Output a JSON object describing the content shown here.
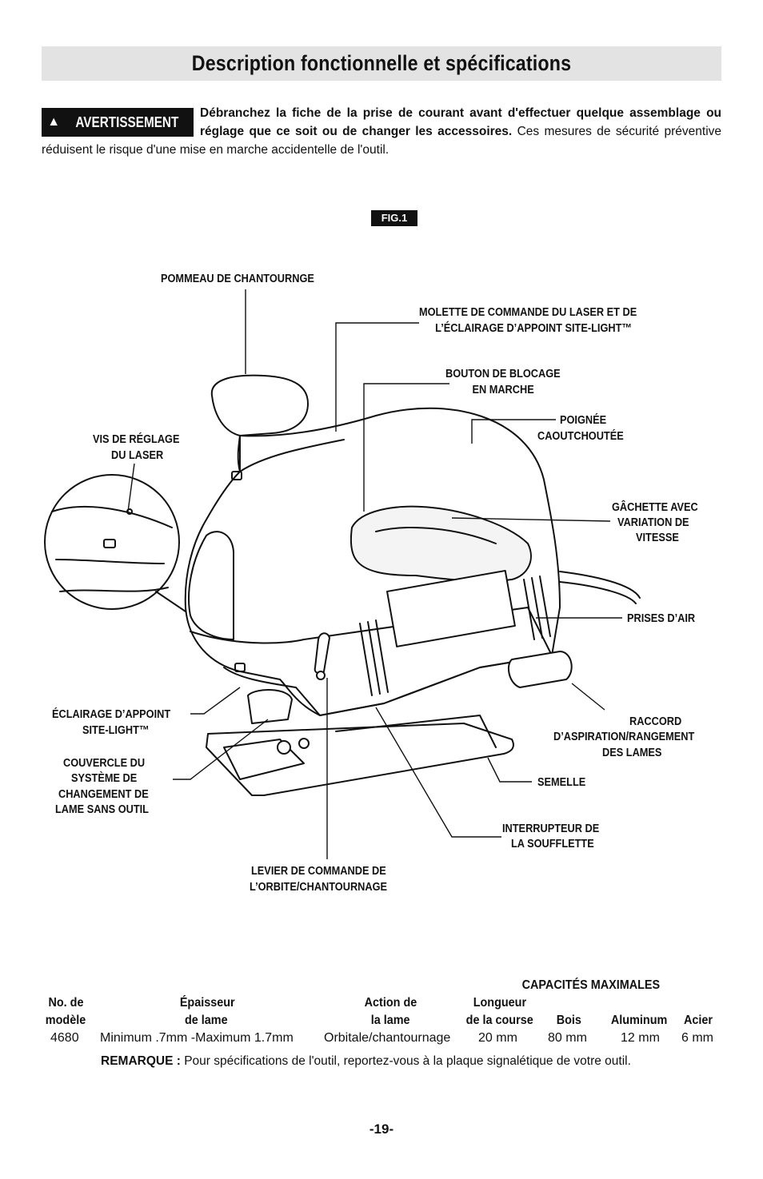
{
  "header": {
    "title": "Description fonctionnelle et spécifications"
  },
  "warning": {
    "label": "AVERTISSEMENT",
    "bold_text": "Débranchez la fiche de la prise de courant avant d'effectuer quelque assemblage ou réglage que ce soit ou de changer les accessoires.",
    "text": " Ces mesures de sécurité préventive réduisent le risque d'une mise en marche accidentelle de l'outil."
  },
  "figure": {
    "label": "FIG.1",
    "callouts": {
      "pommeau": "POMMEAU DE CHANTOURNGE",
      "molette_1": "MOLETTE DE COMMANDE DU LASER ET DE",
      "molette_2": "L’ÉCLAIRAGE D’APPOINT SITE-LIGHT™",
      "bouton_1": "BOUTON DE BLOCAGE",
      "bouton_2": "EN MARCHE",
      "poignee_1": "POIGNÉE",
      "poignee_2": "CAOUTCHOUTÉE",
      "vis_1": "VIS DE RÉGLAGE",
      "vis_2": "DU LASER",
      "gachette_1": "GÂCHETTE AVEC",
      "gachette_2": "VARIATION DE",
      "gachette_3": "VITESSE",
      "prises": "PRISES  D’AIR",
      "eclairage_1": "ÉCLAIRAGE D’APPOINT",
      "eclairage_2": "SITE-LIGHT™",
      "raccord_1": "RACCORD",
      "raccord_2": "D’ASPIRATION/RANGEMENT",
      "raccord_3": "DES LAMES",
      "couvercle_1": "COUVERCLE DU",
      "couvercle_2": "SYSTÈME DE",
      "couvercle_3": "CHANGEMENT DE",
      "couvercle_4": "LAME SANS OUTIL",
      "semelle": "SEMELLE",
      "interrupteur_1": "INTERRUPTEUR DE",
      "interrupteur_2": "LA SOUFFLETTE",
      "levier_1": "LEVIER DE COMMANDE DE",
      "levier_2": "L’ORBITE/CHANTOURNAGE"
    }
  },
  "specs": {
    "group_header": "CAPACITÉS MAXIMALES",
    "headers": {
      "model_1": "No. de",
      "model_2": "modèle",
      "thickness_1": "Épaisseur",
      "thickness_2": "de lame",
      "action_1": "Action de",
      "action_2": "la lame",
      "stroke_1": "Longueur",
      "stroke_2": "de la course",
      "wood": "Bois",
      "aluminum": "Aluminum",
      "steel": "Acier"
    },
    "row": {
      "model": "4680",
      "thickness": "Minimum .7mm -Maximum 1.7mm",
      "action": "Orbitale/chantournage",
      "stroke": "20 mm",
      "wood": "80 mm",
      "aluminum": "12 mm",
      "steel": "6 mm"
    },
    "remark_label": "REMARQUE :",
    "remark_text": " Pour spécifications de l'outil, reportez-vous à la plaque signalétique de votre outil."
  },
  "footer": {
    "page_number": "-19-"
  }
}
